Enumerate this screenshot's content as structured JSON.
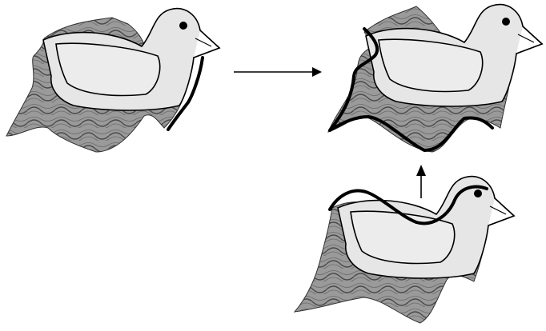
{
  "figure": {
    "panels": [
      {
        "id": "source-bird",
        "description_icon": "bird-icon",
        "highlighted_edge": "right"
      },
      {
        "id": "result-bird",
        "description_icon": "bird-icon",
        "highlighted_edge": "left-bottom"
      },
      {
        "id": "variant-bird",
        "description_icon": "bird-icon",
        "highlighted_edge": "top"
      }
    ],
    "arrows": [
      {
        "id": "arrow-right",
        "direction": "right"
      },
      {
        "id": "arrow-up",
        "direction": "up"
      }
    ],
    "colors": {
      "background": "#ffffff",
      "outline": "#000000",
      "body_fill": "#e6e6e6",
      "wing_fill": "#ececec",
      "water_fill": "#9a9a9a",
      "water_lines": "#4a4a4a"
    }
  }
}
